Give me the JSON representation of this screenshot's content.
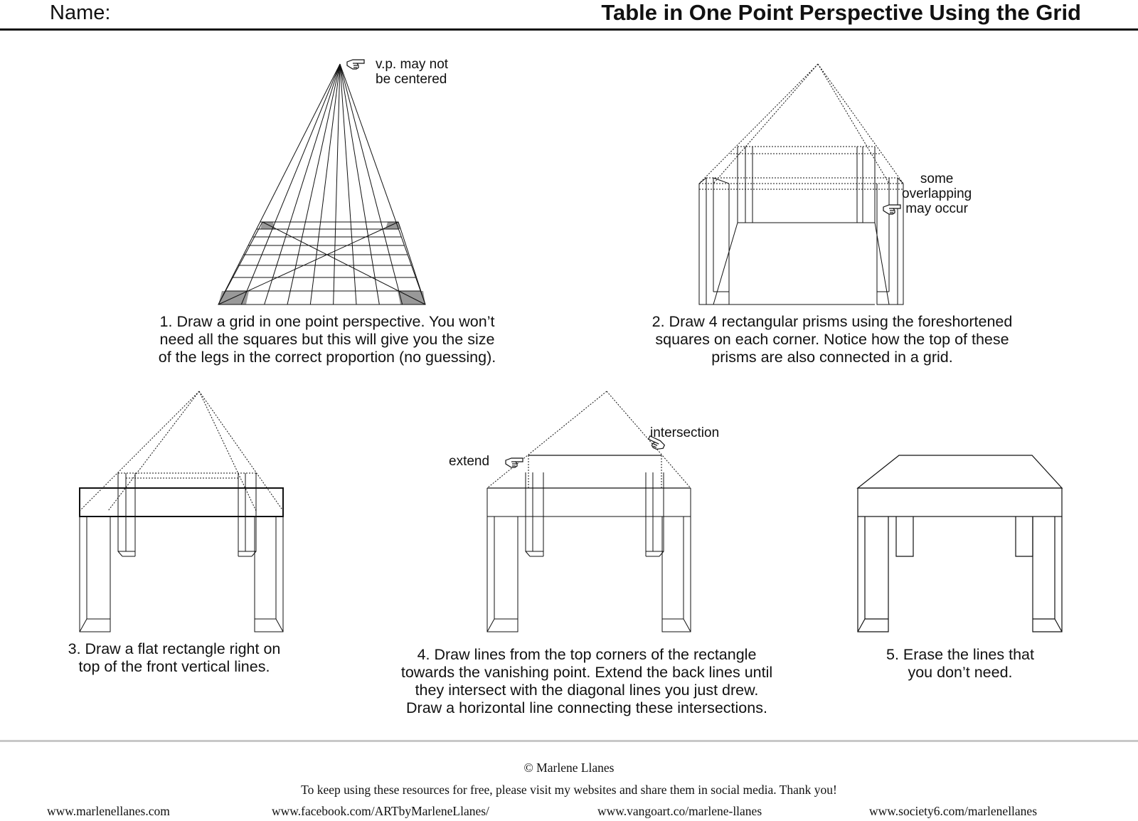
{
  "header": {
    "name_label": "Name:",
    "title": "Table in One Point Perspective Using the Grid"
  },
  "steps": [
    {
      "number": 1,
      "caption": "1. Draw a grid in one point perspective. You won’t\nneed all the squares but this will give you the size\nof the legs in the correct proportion (no guessing).",
      "note": "v.p. may not\nbe centered"
    },
    {
      "number": 2,
      "caption": "2. Draw 4 rectangular prisms using the foreshortened\nsquares on each corner. Notice how the top of these\nprisms are also connected in a grid.",
      "note": "some\noverlapping\nmay occur"
    },
    {
      "number": 3,
      "caption": "3. Draw a flat rectangle right on\ntop of the front vertical lines."
    },
    {
      "number": 4,
      "caption": "4. Draw lines from the top corners of the rectangle\ntowards the vanishing point. Extend the back lines until\nthey intersect with the diagonal lines you just drew.\nDraw a horizontal line connecting these intersections.",
      "note_extend": "extend",
      "note_intersection": "intersection"
    },
    {
      "number": 5,
      "caption": "5. Erase the lines that\nyou don’t need."
    }
  ],
  "footer": {
    "copyright": "© Marlene Llanes",
    "message": "To keep using these resources for free, please visit my websites and share them in social media. Thank you!",
    "links": [
      "www.marlenellanes.com",
      "www.facebook.com/ARTbyMarleneLlanes/",
      "www.vangoart.co/marlene-llanes",
      "www.society6.com/marlenellanes"
    ]
  },
  "icons": [
    "pointing-hand-icon"
  ]
}
